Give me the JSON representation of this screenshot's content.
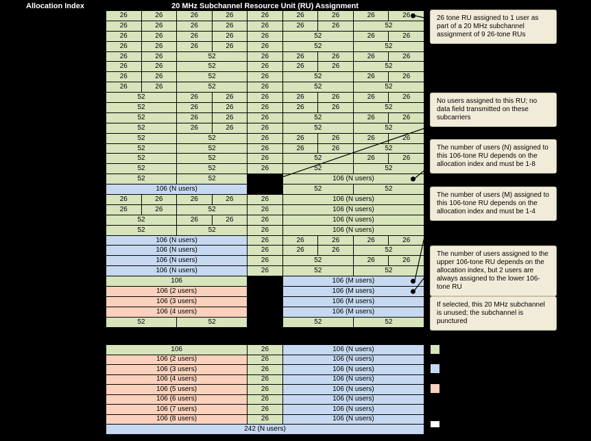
{
  "header": {
    "allocation_index_label": "Allocation Index",
    "title": "20 MHz Subchannel Resource Unit (RU) Assignment"
  },
  "colors": {
    "green": "#d7e4bc",
    "blue": "#c6d9f0",
    "pink": "#f9d1bd",
    "empty": "#000000",
    "white": "#ffffff",
    "callout_bg": "#f1ecda",
    "background": "#000000",
    "cell_text": "#000000",
    "header_text": "#ffffff"
  },
  "cell_format_note": "cell = [label, units(of nine 26-tone units), colorKey g|b|p|e, optional 'dot']",
  "main_table": {
    "rows": [
      [
        [
          "26",
          1,
          "g"
        ],
        [
          "26",
          1,
          "g"
        ],
        [
          "26",
          1,
          "g"
        ],
        [
          "26",
          1,
          "g"
        ],
        [
          "26",
          1,
          "g"
        ],
        [
          "26",
          1,
          "g"
        ],
        [
          "26",
          1,
          "g"
        ],
        [
          "26",
          1,
          "g"
        ],
        [
          "26",
          1,
          "g",
          "dot"
        ]
      ],
      [
        [
          "26",
          1,
          "g"
        ],
        [
          "26",
          1,
          "g"
        ],
        [
          "26",
          1,
          "g"
        ],
        [
          "26",
          1,
          "g"
        ],
        [
          "26",
          1,
          "g"
        ],
        [
          "26",
          1,
          "g"
        ],
        [
          "26",
          1,
          "g"
        ],
        [
          "52",
          2,
          "g"
        ]
      ],
      [
        [
          "26",
          1,
          "g"
        ],
        [
          "26",
          1,
          "g"
        ],
        [
          "26",
          1,
          "g"
        ],
        [
          "26",
          1,
          "g"
        ],
        [
          "26",
          1,
          "g"
        ],
        [
          "52",
          2,
          "g"
        ],
        [
          "26",
          1,
          "g"
        ],
        [
          "26",
          1,
          "g"
        ]
      ],
      [
        [
          "26",
          1,
          "g"
        ],
        [
          "26",
          1,
          "g"
        ],
        [
          "26",
          1,
          "g"
        ],
        [
          "26",
          1,
          "g"
        ],
        [
          "26",
          1,
          "g"
        ],
        [
          "52",
          2,
          "g"
        ],
        [
          "52",
          2,
          "g"
        ]
      ],
      [
        [
          "26",
          1,
          "g"
        ],
        [
          "26",
          1,
          "g"
        ],
        [
          "52",
          2,
          "g"
        ],
        [
          "26",
          1,
          "g"
        ],
        [
          "26",
          1,
          "g"
        ],
        [
          "26",
          1,
          "g"
        ],
        [
          "26",
          1,
          "g"
        ],
        [
          "26",
          1,
          "g"
        ]
      ],
      [
        [
          "26",
          1,
          "g"
        ],
        [
          "26",
          1,
          "g"
        ],
        [
          "52",
          2,
          "g"
        ],
        [
          "26",
          1,
          "g"
        ],
        [
          "26",
          1,
          "g"
        ],
        [
          "26",
          1,
          "g"
        ],
        [
          "52",
          2,
          "g"
        ]
      ],
      [
        [
          "26",
          1,
          "g"
        ],
        [
          "26",
          1,
          "g"
        ],
        [
          "52",
          2,
          "g"
        ],
        [
          "26",
          1,
          "g"
        ],
        [
          "52",
          2,
          "g"
        ],
        [
          "26",
          1,
          "g"
        ],
        [
          "26",
          1,
          "g"
        ]
      ],
      [
        [
          "26",
          1,
          "g"
        ],
        [
          "26",
          1,
          "g"
        ],
        [
          "52",
          2,
          "g"
        ],
        [
          "26",
          1,
          "g"
        ],
        [
          "52",
          2,
          "g"
        ],
        [
          "52",
          2,
          "g"
        ]
      ],
      [
        [
          "52",
          2,
          "g"
        ],
        [
          "26",
          1,
          "g"
        ],
        [
          "26",
          1,
          "g"
        ],
        [
          "26",
          1,
          "g"
        ],
        [
          "26",
          1,
          "g"
        ],
        [
          "26",
          1,
          "g"
        ],
        [
          "26",
          1,
          "g"
        ],
        [
          "26",
          1,
          "g"
        ]
      ],
      [
        [
          "52",
          2,
          "g"
        ],
        [
          "26",
          1,
          "g"
        ],
        [
          "26",
          1,
          "g"
        ],
        [
          "26",
          1,
          "g"
        ],
        [
          "26",
          1,
          "g"
        ],
        [
          "26",
          1,
          "g"
        ],
        [
          "52",
          2,
          "g"
        ]
      ],
      [
        [
          "52",
          2,
          "g"
        ],
        [
          "26",
          1,
          "g"
        ],
        [
          "26",
          1,
          "g"
        ],
        [
          "26",
          1,
          "g"
        ],
        [
          "52",
          2,
          "g"
        ],
        [
          "26",
          1,
          "g"
        ],
        [
          "26",
          1,
          "g"
        ]
      ],
      [
        [
          "52",
          2,
          "g"
        ],
        [
          "26",
          1,
          "g"
        ],
        [
          "26",
          1,
          "g"
        ],
        [
          "26",
          1,
          "g"
        ],
        [
          "52",
          2,
          "g"
        ],
        [
          "52",
          2,
          "g"
        ]
      ],
      [
        [
          "52",
          2,
          "g"
        ],
        [
          "52",
          2,
          "g"
        ],
        [
          "26",
          1,
          "g"
        ],
        [
          "26",
          1,
          "g"
        ],
        [
          "26",
          1,
          "g"
        ],
        [
          "26",
          1,
          "g"
        ],
        [
          "26",
          1,
          "g"
        ]
      ],
      [
        [
          "52",
          2,
          "g"
        ],
        [
          "52",
          2,
          "g"
        ],
        [
          "26",
          1,
          "g"
        ],
        [
          "26",
          1,
          "g"
        ],
        [
          "26",
          1,
          "g"
        ],
        [
          "52",
          2,
          "g"
        ]
      ],
      [
        [
          "52",
          2,
          "g"
        ],
        [
          "52",
          2,
          "g"
        ],
        [
          "26",
          1,
          "g"
        ],
        [
          "52",
          2,
          "g"
        ],
        [
          "26",
          1,
          "g"
        ],
        [
          "26",
          1,
          "g"
        ]
      ],
      [
        [
          "52",
          2,
          "g"
        ],
        [
          "52",
          2,
          "g"
        ],
        [
          "26",
          1,
          "g"
        ],
        [
          "52",
          2,
          "g"
        ],
        [
          "52",
          2,
          "g"
        ]
      ],
      [
        [
          "52",
          2,
          "g"
        ],
        [
          "52",
          2,
          "g"
        ],
        [
          "",
          1,
          "e"
        ],
        [
          "106 (N users)",
          4,
          "g",
          "dot"
        ]
      ],
      [
        [
          "106 (N users)",
          4,
          "b"
        ],
        [
          "",
          1,
          "e"
        ],
        [
          "52",
          2,
          "g"
        ],
        [
          "52",
          2,
          "g"
        ]
      ],
      [
        [
          "26",
          1,
          "g"
        ],
        [
          "26",
          1,
          "g"
        ],
        [
          "26",
          1,
          "g"
        ],
        [
          "26",
          1,
          "g"
        ],
        [
          "26",
          1,
          "g"
        ],
        [
          "106 (N users)",
          4,
          "g"
        ]
      ],
      [
        [
          "26",
          1,
          "g"
        ],
        [
          "26",
          1,
          "g"
        ],
        [
          "52",
          2,
          "g"
        ],
        [
          "26",
          1,
          "g"
        ],
        [
          "106 (N users)",
          4,
          "g"
        ]
      ],
      [
        [
          "52",
          2,
          "g"
        ],
        [
          "26",
          1,
          "g"
        ],
        [
          "26",
          1,
          "g"
        ],
        [
          "26",
          1,
          "g"
        ],
        [
          "106 (N users)",
          4,
          "g"
        ]
      ],
      [
        [
          "52",
          2,
          "g"
        ],
        [
          "52",
          2,
          "g"
        ],
        [
          "26",
          1,
          "g"
        ],
        [
          "106 (N users)",
          4,
          "g"
        ]
      ],
      [
        [
          "106 (N users)",
          4,
          "b"
        ],
        [
          "26",
          1,
          "g"
        ],
        [
          "26",
          1,
          "g"
        ],
        [
          "26",
          1,
          "g"
        ],
        [
          "26",
          1,
          "g"
        ],
        [
          "26",
          1,
          "g"
        ]
      ],
      [
        [
          "106 (N users)",
          4,
          "b"
        ],
        [
          "26",
          1,
          "g"
        ],
        [
          "26",
          1,
          "g"
        ],
        [
          "26",
          1,
          "g"
        ],
        [
          "52",
          2,
          "g"
        ]
      ],
      [
        [
          "106 (N users)",
          4,
          "b"
        ],
        [
          "26",
          1,
          "g"
        ],
        [
          "52",
          2,
          "g"
        ],
        [
          "26",
          1,
          "g"
        ],
        [
          "26",
          1,
          "g"
        ]
      ],
      [
        [
          "106 (N users)",
          4,
          "b"
        ],
        [
          "26",
          1,
          "g"
        ],
        [
          "52",
          2,
          "g"
        ],
        [
          "52",
          2,
          "g"
        ]
      ],
      [
        [
          "106",
          4,
          "g"
        ],
        [
          "",
          1,
          "e"
        ],
        [
          "106 (M users)",
          4,
          "b",
          "dot"
        ]
      ],
      [
        [
          "106 (2 users)",
          4,
          "p"
        ],
        [
          "",
          1,
          "e"
        ],
        [
          "106 (M users)",
          4,
          "b",
          "dot"
        ]
      ],
      [
        [
          "106 (3 users)",
          4,
          "p"
        ],
        [
          "",
          1,
          "e"
        ],
        [
          "106 (M users)",
          4,
          "b"
        ]
      ],
      [
        [
          "106 (4 users)",
          4,
          "p"
        ],
        [
          "",
          1,
          "e"
        ],
        [
          "106 (M users)",
          4,
          "b"
        ]
      ],
      [
        [
          "52",
          2,
          "g"
        ],
        [
          "52",
          2,
          "g"
        ],
        [
          "",
          1,
          "e"
        ],
        [
          "52",
          2,
          "g"
        ],
        [
          "52",
          2,
          "g"
        ]
      ],
      [
        [
          "",
          9,
          "e"
        ]
      ]
    ]
  },
  "bottom_table": {
    "rows": [
      [
        [
          "106",
          4,
          "g"
        ],
        [
          "26",
          1,
          "g"
        ],
        [
          "106 (N users)",
          4,
          "b"
        ]
      ],
      [
        [
          "106 (2 users)",
          4,
          "p"
        ],
        [
          "26",
          1,
          "g"
        ],
        [
          "106 (N users)",
          4,
          "b"
        ]
      ],
      [
        [
          "106 (3 users)",
          4,
          "p"
        ],
        [
          "26",
          1,
          "g"
        ],
        [
          "106 (N users)",
          4,
          "b"
        ]
      ],
      [
        [
          "106 (4 users)",
          4,
          "p"
        ],
        [
          "26",
          1,
          "g"
        ],
        [
          "106 (N users)",
          4,
          "b"
        ]
      ],
      [
        [
          "106 (5 users)",
          4,
          "p"
        ],
        [
          "26",
          1,
          "g"
        ],
        [
          "106 (N users)",
          4,
          "b"
        ]
      ],
      [
        [
          "106 (6 users)",
          4,
          "p"
        ],
        [
          "26",
          1,
          "g"
        ],
        [
          "106 (N users)",
          4,
          "b"
        ]
      ],
      [
        [
          "106 (7 users)",
          4,
          "p"
        ],
        [
          "26",
          1,
          "g"
        ],
        [
          "106 (N users)",
          4,
          "b"
        ]
      ],
      [
        [
          "106 (8 users)",
          4,
          "p"
        ],
        [
          "26",
          1,
          "g"
        ],
        [
          "106 (N users)",
          4,
          "b"
        ]
      ],
      [
        [
          "242 (N users)",
          9,
          "b"
        ]
      ]
    ]
  },
  "callouts": [
    "26 tone RU assigned to 1 user as part of a 20 MHz subchannel assignment of 9 26-tone RUs",
    "No users assigned to this RU; no data field transmitted on these subcarriers",
    "The number of users (N) assigned to this 106-tone RU depends on the allocation index and must be 1-8",
    "The number of users (M) assigned to this 106-tone RU depends on the allocation index and must be 1-4",
    "The number of users assigned to the upper 106-tone RU depends on the allocation index, but 2 users are always assigned to the lower 106-tone RU",
    "If selected, this 20 MHz subchannel is unused; the subchannel is punctured"
  ],
  "legend_swatches": [
    "green",
    "blue",
    "pink",
    "white"
  ]
}
